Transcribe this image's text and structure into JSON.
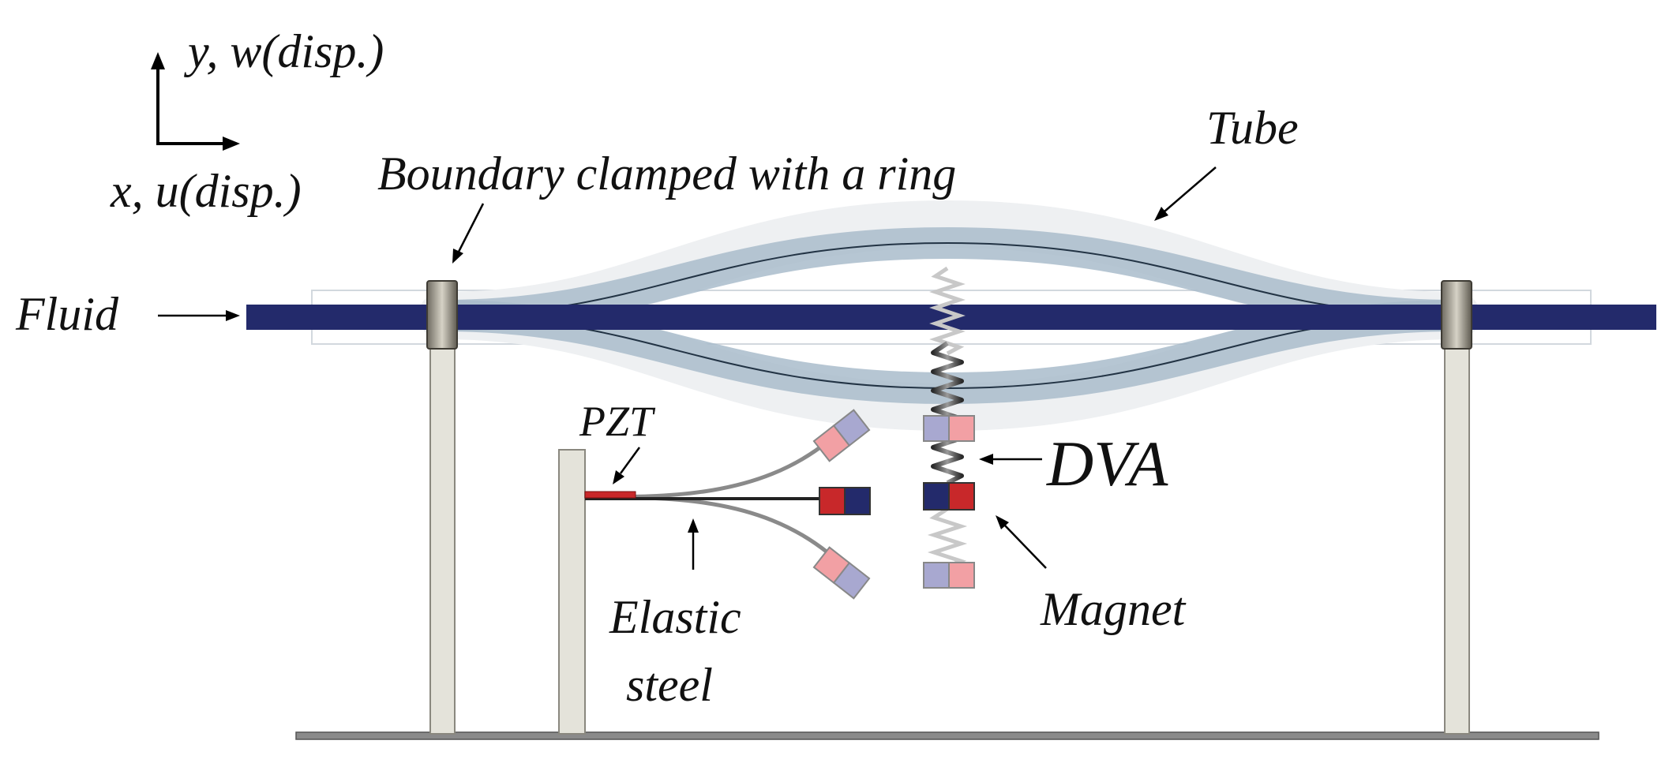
{
  "labels": {
    "axis_y": "y, w(disp.)",
    "axis_x": "x, u(disp.)",
    "boundary": "Boundary clamped with a ring",
    "tube": "Tube",
    "fluid": "Fluid",
    "pzt": "PZT",
    "dva": "DVA",
    "magnet": "Magnet",
    "elastic_line1": "Elastic",
    "elastic_line2": "steel"
  },
  "colors": {
    "fluid": "#232a6b",
    "tube": "#a9bccb",
    "magnet_red": "#c8282a",
    "magnet_blue": "#232a6b",
    "magnet_red_faded": "#f2a0a4",
    "magnet_blue_faded": "#a8a8d0",
    "pzt": "#c8282a",
    "support": "#e4e3da"
  },
  "icons": [
    "ring-clamp",
    "spring",
    "magnet",
    "cantilever"
  ]
}
